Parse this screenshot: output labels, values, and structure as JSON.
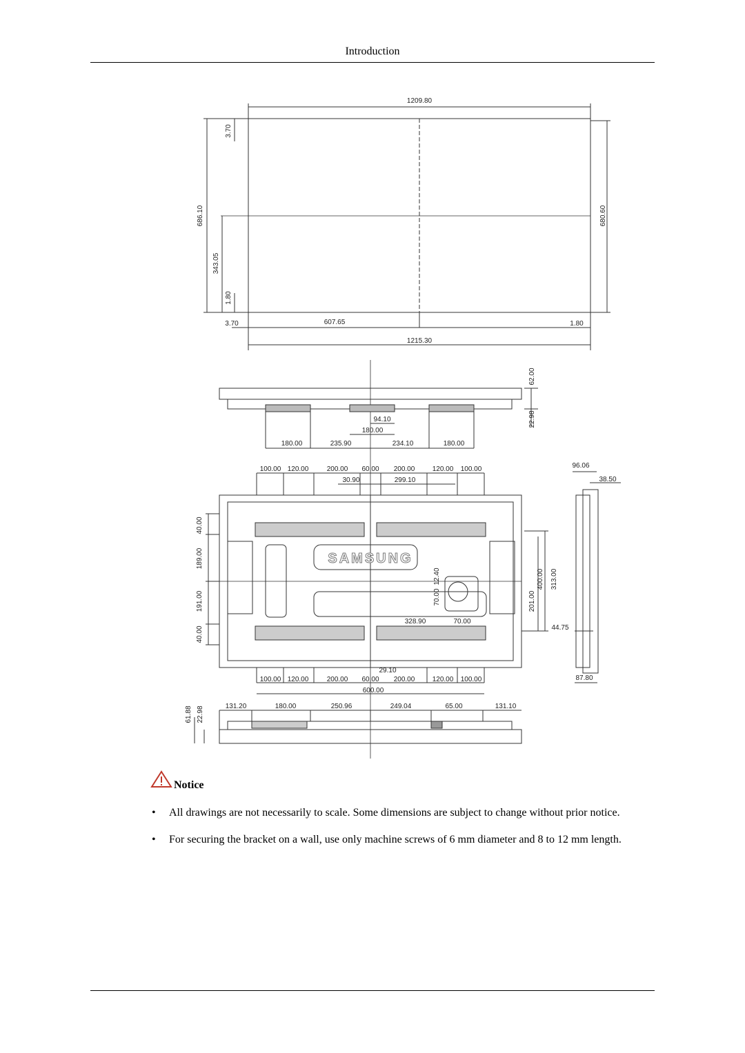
{
  "header": {
    "title": "Introduction"
  },
  "front_view": {
    "top_width": "1209.80",
    "bottom_width": "1215.30",
    "left_height": "686.10",
    "right_height": "680.60",
    "left_top_offset": "3.70",
    "left_center": "343.05",
    "left_bottom_offset": "1.80",
    "bottom_left_offset": "3.70",
    "bottom_center": "607.65",
    "bottom_right_offset": "1.80"
  },
  "top_view": {
    "depth_total": "62.00",
    "depth_lower": "22.98",
    "d1": "94.10",
    "d2": "180.00",
    "spans": [
      "180.00",
      "235.90",
      "234.10",
      "180.00"
    ]
  },
  "rear_view": {
    "top_spans": [
      "100.00",
      "120.00",
      "200.00",
      "60.00",
      "200.00",
      "120.00",
      "100.00"
    ],
    "top_sub": [
      "30.90",
      "299.10"
    ],
    "bottom_spans": [
      "100.00",
      "120.00",
      "200.00",
      "60.00",
      "200.00",
      "120.00",
      "100.00"
    ],
    "bottom_sub": "29.10",
    "bottom_total": "600.00",
    "left_heights": [
      "40.00",
      "189.00",
      "191.00",
      "40.00"
    ],
    "right_heights": [
      "400.00",
      "201.00",
      "313.00"
    ],
    "inner_v": [
      "70.00",
      "12.40"
    ],
    "inner_h": [
      "328.90",
      "70.00"
    ],
    "logo": "SAMSUNG"
  },
  "side_view": {
    "w1": "96.06",
    "w2": "38.50",
    "w3": "44.75",
    "w4": "87.80"
  },
  "bottom_view": {
    "heights": [
      "61.88",
      "22.98"
    ],
    "spans": [
      "131.20",
      "180.00",
      "250.96",
      "249.04",
      "65.00",
      "131.10"
    ]
  },
  "notice": {
    "label": "Notice",
    "icon": "warning-triangle-icon",
    "items": [
      "All drawings are not necessarily to scale. Some dimensions are subject to change without prior notice.",
      "For securing the bracket on a wall, use only machine screws of 6 mm diameter and 8 to 12 mm length."
    ]
  }
}
